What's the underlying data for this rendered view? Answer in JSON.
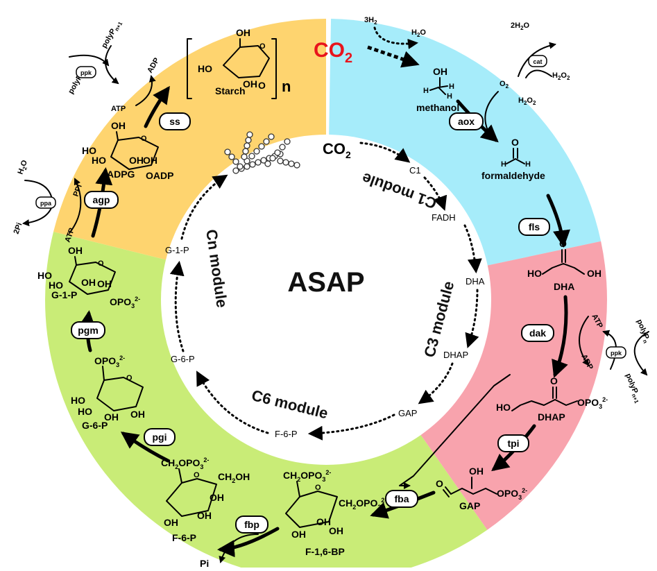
{
  "center_title": "ASAP",
  "modules": {
    "c1": "C1 module",
    "c3": "C3 module",
    "c6": "C6 module",
    "cn": "Cn module"
  },
  "inner_cycle": {
    "co2": "CO",
    "co2_sub": "2",
    "c1": "C1",
    "fadh": "FADH",
    "dha": "DHA",
    "dhap": "DHAP",
    "gap": "GAP",
    "f6p": "F-6-P",
    "g6p": "G-6-P",
    "g1p": "G-1-P"
  },
  "enzymes": {
    "aox": "aox",
    "fls": "fls",
    "dak": "dak",
    "tpi": "tpi",
    "fba": "fba",
    "fbp": "fbp",
    "pgi": "pgi",
    "pgm": "pgm",
    "agp": "agp",
    "ss": "ss",
    "cat": "cat",
    "ppa": "ppa",
    "ppk": "ppk",
    "ppk2": "ppk"
  },
  "molecules": {
    "co2_big": "CO",
    "co2_big_sub": "2",
    "h2_in": "3H",
    "h2_in_sub": "2",
    "h2o_out": "H",
    "h2o_out_sub": "2",
    "h2o_out_o": "O",
    "methanol": "methanol",
    "formaldehyde": "formaldehyde",
    "dha": "DHA",
    "dhap": "DHAP",
    "gap": "GAP",
    "f16bp": "F-1,6-BP",
    "f6p": "F-6-P",
    "g6p": "G-6-P",
    "g1p": "G-1-P",
    "adpg": "ADPG",
    "starch": "Starch",
    "n": "n"
  },
  "cofactors": {
    "atp_dak": "ATP",
    "adp_dak": "ADP",
    "atp_agp": "ATP",
    "ppi_agp": "PPi",
    "atp_ss": "ATP",
    "adp_ss": "ADP",
    "pi_fbp": "Pi",
    "o2": "O",
    "h2o2_a": "H",
    "h2o2_b": "H",
    "two_h2o": "2H",
    "h2o_ppa": "H",
    "two_pi": "2Pi",
    "polyp_n": "polyP",
    "polyp_n1": "polyP",
    "polyp_n_r": "polyP",
    "polyp_n1_r": "polyP"
  },
  "atoms": {
    "oh": "OH",
    "ho": "HO",
    "h": "H",
    "o": "O",
    "adp_group": "OADP",
    "opo3": "OPO",
    "ch2opo3": "CH",
    "ch2oh": "CH",
    "sub_n": "n",
    "sub_n1": "n+1",
    "sub_2": "2",
    "sub_3": "3",
    "sup_2m": "2-"
  },
  "colors": {
    "c1_sector": "#a6ecfa",
    "c3_sector": "#f8a3ad",
    "c6_sector": "#c9ec77",
    "cn_sector": "#fed46f",
    "co2_accent": "#e8141c",
    "enzyme_box": "#ffffff"
  }
}
